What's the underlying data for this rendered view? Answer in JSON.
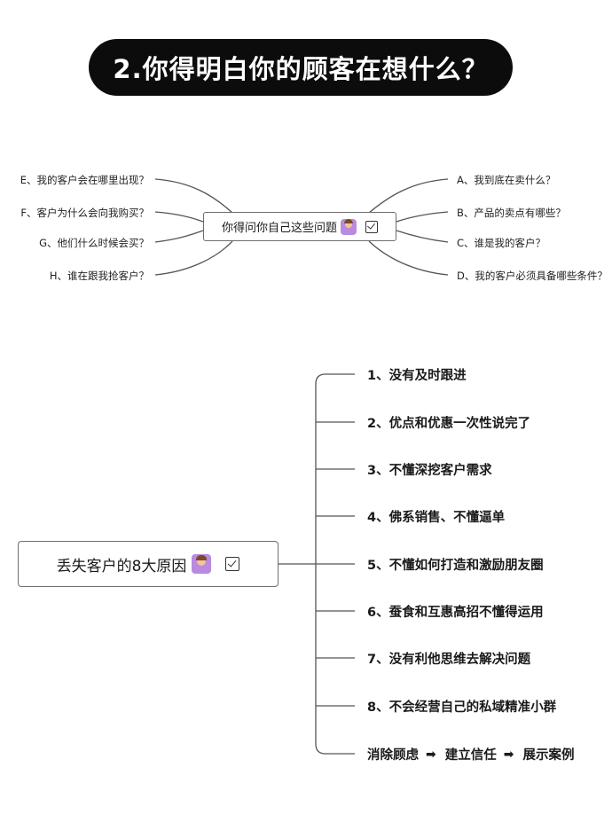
{
  "title": "2.你得明白你的顾客在想什么？",
  "mindmap1": {
    "center": "你得问你自己这些问题",
    "left_questions": [
      "E、我的客户会在哪里出现？",
      "F、客户为什么会向我购买？",
      "G、他们什么时候会买？",
      "H、谁在跟我抢客户？"
    ],
    "right_questions": [
      "A、我到底在卖什么？",
      "B、产品的卖点有哪些？",
      "C、谁是我的客户？",
      "D、我的客户必须具备哪些条件？"
    ]
  },
  "mindmap2": {
    "center": "丢失客户的8大原因",
    "reasons": [
      "1、没有及时跟进",
      "2、优点和优惠一次性说完了",
      "3、不懂深挖客户需求",
      "4、佛系销售、不懂逼单",
      "5、不懂如何打造和激励朋友圈",
      "6、蚕食和互惠高招不懂得运用",
      "7、没有利他思维去解决问题",
      "8、不会经营自己的私域精准小群"
    ],
    "flow": [
      "消除顾虑",
      "建立信任",
      "展示案例"
    ]
  },
  "icons": [
    "person-raising-hand-icon",
    "checkbox-icon",
    "right-arrow-icon"
  ],
  "colors": {
    "title_bg": "#0c0c0c",
    "line": "#555555"
  }
}
